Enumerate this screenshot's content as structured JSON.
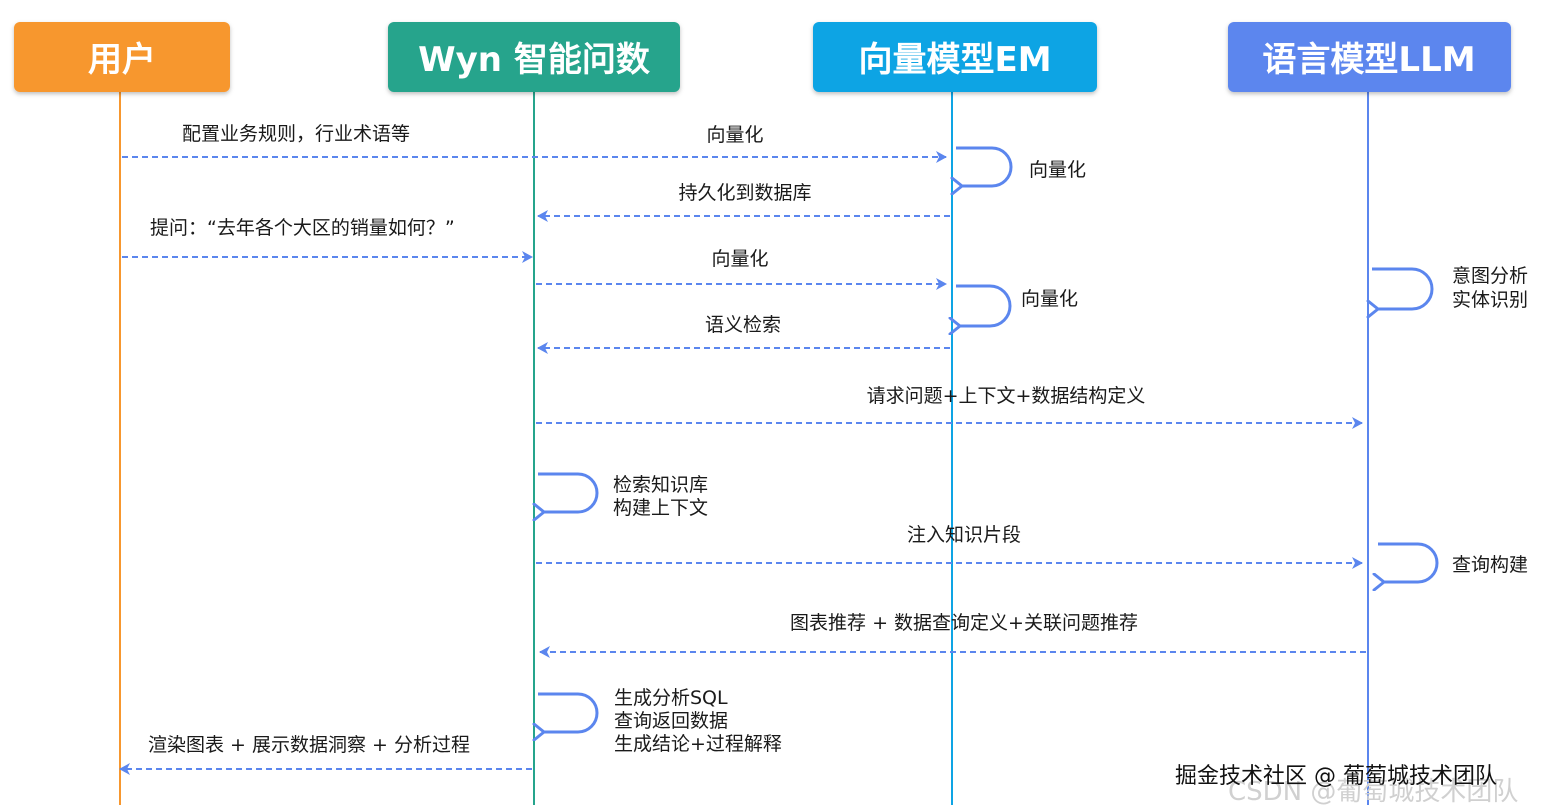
{
  "participants": [
    {
      "label": "用户",
      "color": "#F7972E"
    },
    {
      "label": "Wyn 智能问数",
      "color": "#25A48C"
    },
    {
      "label": "向量模型EM",
      "color": "#0EA4E4"
    },
    {
      "label": "语言模型LLM",
      "color": "#5B86EE"
    }
  ],
  "messages": {
    "m1": "配置业务规则，行业术语等",
    "m2": "向量化",
    "m3": "持久化到数据库",
    "m4": "提问：“去年各个大区的销量如何？”",
    "m5": "向量化",
    "m6": "语义检索",
    "m7": "请求问题+上下文+数据结构定义",
    "m8": "注入知识片段",
    "m9": "图表推荐 + 数据查询定义+关联问题推荐",
    "m10": "渲染图表 + 展示数据洞察 + 分析过程"
  },
  "notes": {
    "em1": "向量化",
    "em2": "向量化",
    "llm1_l1": "意图分析",
    "llm1_l2": "实体识别",
    "wyn1_l1": "检索知识库",
    "wyn1_l2": "构建上下文",
    "llm2": "查询构建",
    "wyn2_l1": "生成分析SQL",
    "wyn2_l2": "查询返回数据",
    "wyn2_l3": "生成结论+过程解释"
  },
  "watermark": {
    "text": "掘金技术社区 @ 葡萄城技术团队",
    "shadow": "CSDN @葡萄城技术团队"
  },
  "colors": {
    "arrow": "#5B86EE",
    "user_line": "#F7972E",
    "wyn_line": "#25A48C",
    "em_line": "#0EA4E4",
    "llm_line": "#5B86EE"
  }
}
